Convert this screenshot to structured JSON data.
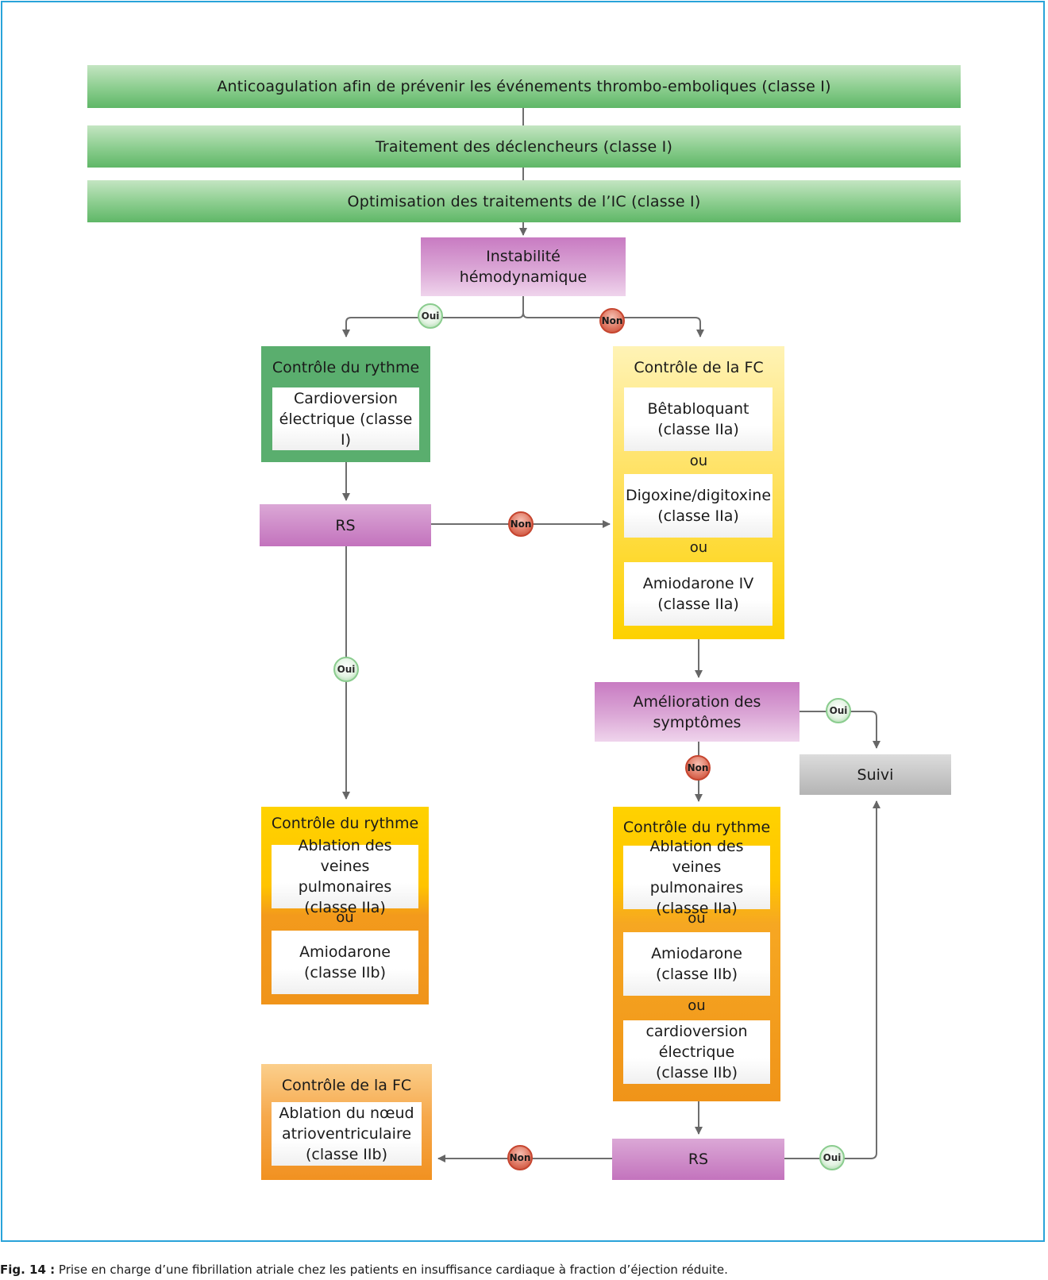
{
  "top_bars": [
    "Anticoagulation afin de prévenir les événements thrombo-emboliques (classe I)",
    "Traitement des déclencheurs (classe I)",
    "Optimisation des traitements de l’IC (classe I)"
  ],
  "instability": "Instabilité hémodynamique",
  "badges": {
    "oui": "Oui",
    "non": "Non"
  },
  "rhythm_control_1": {
    "title": "Contrôle du rythme",
    "item": "Cardioversion électrique (classe I)"
  },
  "rate_control_1": {
    "title": "Contrôle de la FC",
    "items": [
      "Bêtabloquant (classe IIa)",
      "Digoxine/digitoxine (classe IIa)",
      "Amiodarone IV (classe IIa)"
    ],
    "ou": "ou"
  },
  "rs": "RS",
  "symptoms": "Amélioration des symptômes",
  "followup": "Suivi",
  "rhythm_control_2": {
    "title": "Contrôle du rythme",
    "items": [
      "Ablation des veines pulmonaires (classe IIa)",
      "Amiodarone (classe IIb)"
    ],
    "ou": "ou"
  },
  "rhythm_control_3": {
    "title": "Contrôle du rythme",
    "items": [
      "Ablation des veines pulmonaires (classe IIa)",
      "Amiodarone (classe IIb)",
      "cardioversion électrique (classe IIb)"
    ],
    "ou": "ou"
  },
  "rate_control_2": {
    "title": "Contrôle de la FC",
    "item": "Ablation du nœud atrioventriculaire (classe IIb)"
  },
  "caption": {
    "label": "Fig. 14 :",
    "text": "Prise en charge d’une fibrillation atriale chez les patients en insuffisance cardiaque à fraction d’éjection réduite."
  }
}
